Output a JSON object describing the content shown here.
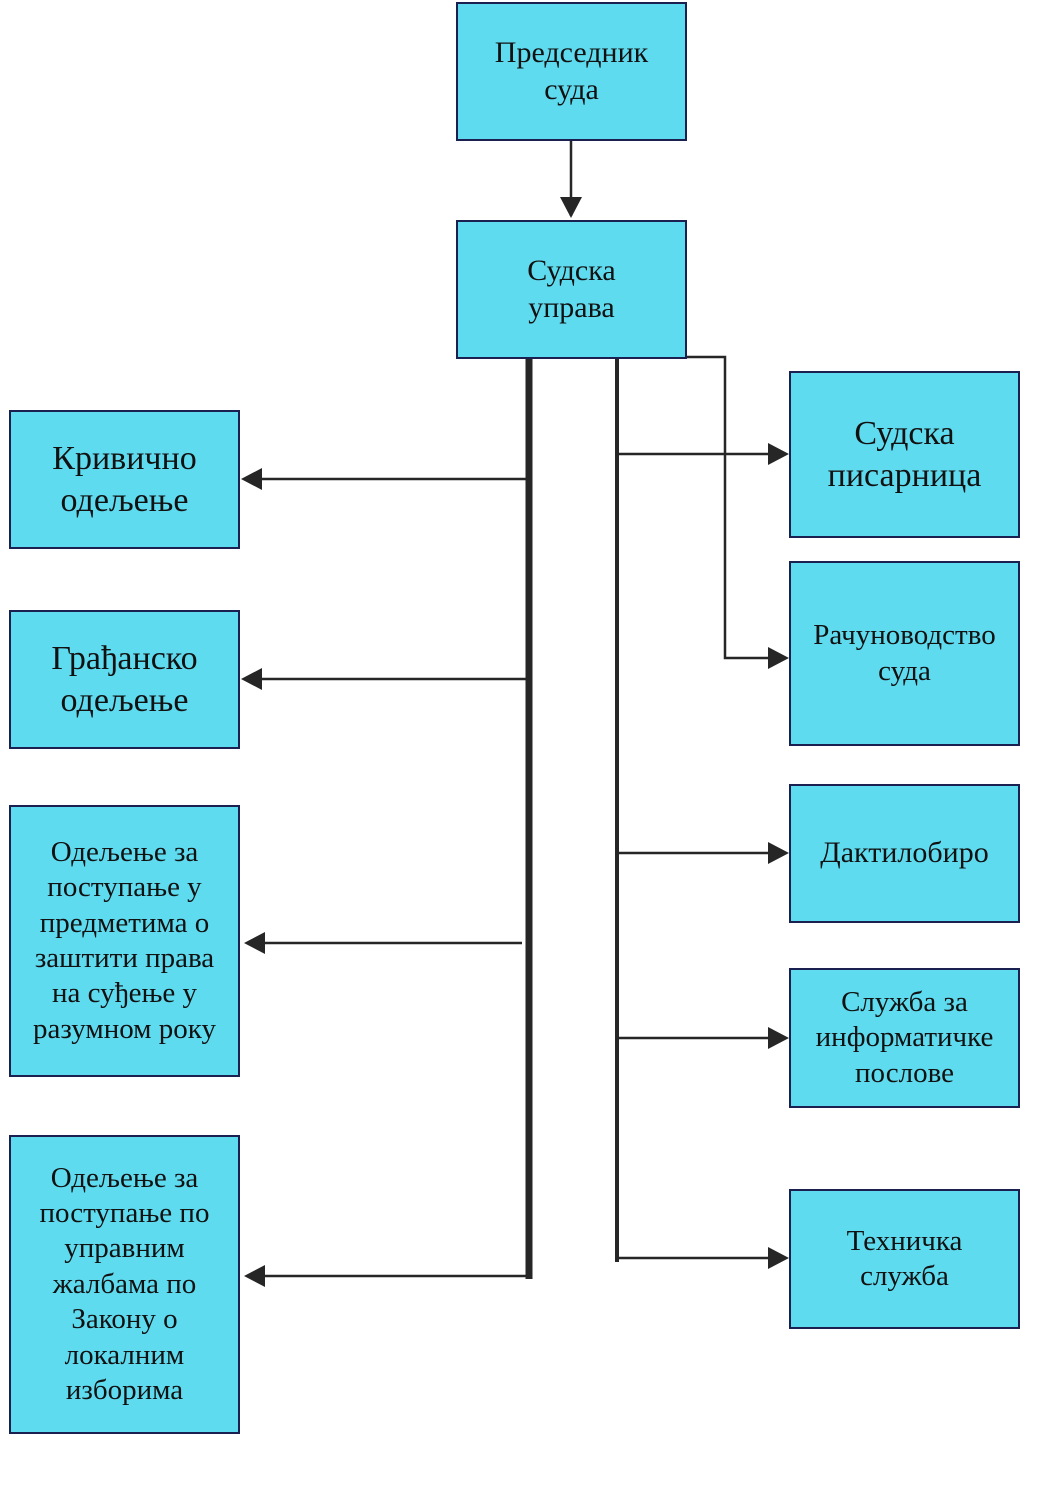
{
  "diagram": {
    "type": "org-chart",
    "colors": {
      "box_fill": "#5fdbf0",
      "box_border": "#1a2150",
      "line": "#262626",
      "text": "#111111"
    },
    "top": {
      "president": {
        "label": "Председник\nсуда"
      },
      "administration": {
        "label": "Судска\nуправа"
      }
    },
    "left_departments": [
      {
        "label": "Кривично\nодељење"
      },
      {
        "label": "Грађанско\nодељење"
      },
      {
        "label": "Одељење за\nпоступање у\nпредметима о\nзаштити права\nна суђење у\nразумном року"
      },
      {
        "label": "Одељење за\nпоступање по\nуправним\nжалбама по\nЗакону о\nлокалним\nизборима"
      }
    ],
    "right_services": [
      {
        "label": "Судска\nписарница"
      },
      {
        "label": "Рачуноводство\nсуда"
      },
      {
        "label": "Дактилобиро"
      },
      {
        "label": "Служба за\nинформатичке\nпослове"
      },
      {
        "label": "Техничка\nслужба"
      }
    ],
    "edges": [
      {
        "from": "Председник суда",
        "to": "Судска управа"
      },
      {
        "from": "Судска управа",
        "to": "Кривично одељење"
      },
      {
        "from": "Судска управа",
        "to": "Грађанско одељење"
      },
      {
        "from": "Судска управа",
        "to": "Одељење за поступање у предметима о заштити права на суђење у разумном року"
      },
      {
        "from": "Судска управа",
        "to": "Одељење за поступање по управним жалбама по Закону о локалним изборима"
      },
      {
        "from": "Судска управа",
        "to": "Судска писарница"
      },
      {
        "from": "Судска управа",
        "to": "Рачуноводство суда"
      },
      {
        "from": "Судска управа",
        "to": "Дактилобиро"
      },
      {
        "from": "Судска управа",
        "to": "Служба за информатичке послове"
      },
      {
        "from": "Судска управа",
        "to": "Техничка служба"
      }
    ]
  }
}
